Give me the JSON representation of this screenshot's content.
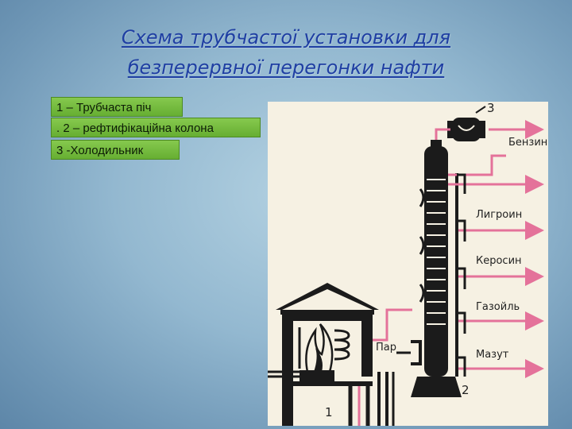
{
  "title": {
    "line1": "Схема трубчастої установки для",
    "line2": "безперервної перегонки нафти"
  },
  "legend": [
    {
      "text": "1 – Трубчаста піч"
    },
    {
      "text": ". 2 – рефтифікаційна колона"
    },
    {
      "text": "3 -Холодильник"
    }
  ],
  "diagram": {
    "products": [
      "Бензин",
      "Лигроин",
      "Керосин",
      "Газойль",
      "Мазут"
    ],
    "steam_label": "Пар",
    "numbers": {
      "condenser": "3",
      "column": "2",
      "furnace": "1"
    },
    "colors": {
      "legend_bg": "#73b83e",
      "flow_line": "#e4729a",
      "equipment": "#1b1b1b",
      "title": "#1f3fa3"
    }
  }
}
